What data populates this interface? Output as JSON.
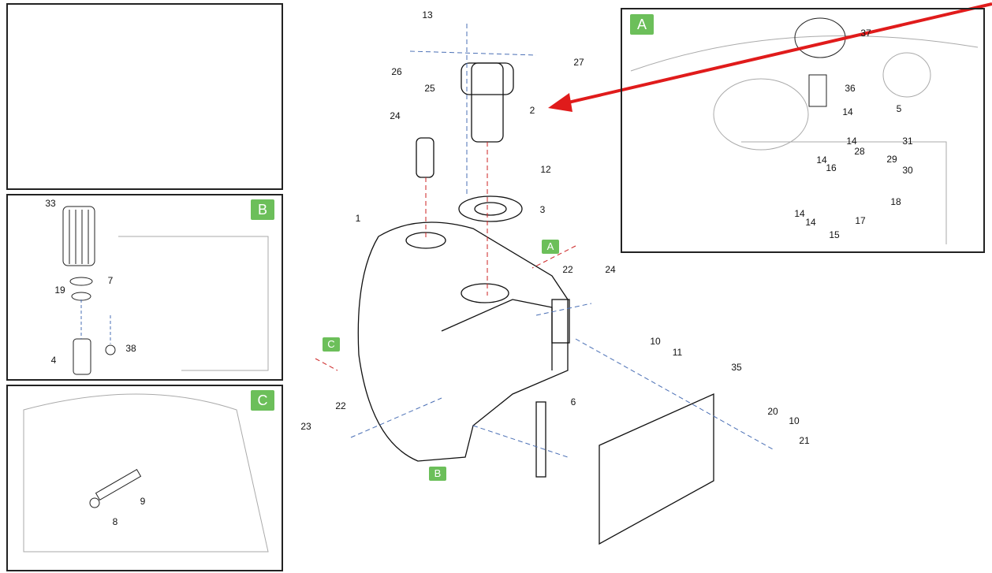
{
  "colors": {
    "tag": "#6cbf5a",
    "pointer_arrow": "#e01b1b",
    "green_arrow": "#2e9a45",
    "centerline_red": "#cc2222",
    "centerline_blue": "#4a6fb5"
  },
  "panels": {
    "overview": {
      "tag": ""
    },
    "detail_b": {
      "tag": "B",
      "callouts": [
        "33",
        "7",
        "19",
        "4",
        "38"
      ]
    },
    "detail_c": {
      "tag": "C",
      "callouts": [
        "9",
        "8"
      ]
    },
    "detail_a": {
      "tag": "A",
      "callouts": [
        "37",
        "36",
        "14",
        "5",
        "14",
        "31",
        "28",
        "14",
        "29",
        "16",
        "30",
        "18",
        "14",
        "17",
        "14",
        "15"
      ]
    }
  },
  "main": {
    "view_tags": [
      "A",
      "C",
      "B"
    ],
    "callouts": [
      "13",
      "26",
      "25",
      "27",
      "2",
      "24",
      "12",
      "3",
      "1",
      "22",
      "24",
      "10",
      "11",
      "35",
      "6",
      "22",
      "23",
      "20",
      "10",
      "21"
    ]
  }
}
